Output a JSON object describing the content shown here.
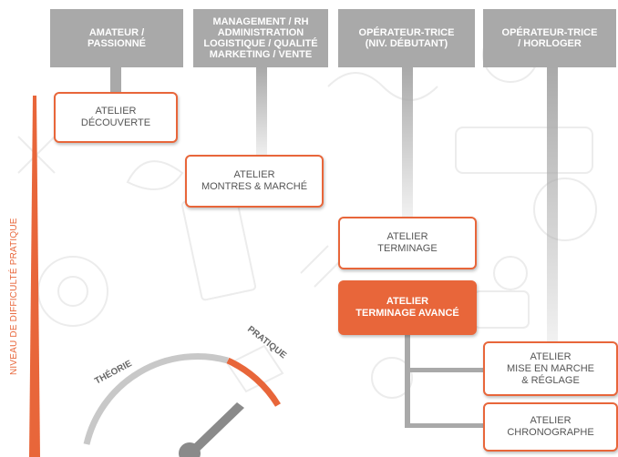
{
  "columns": [
    {
      "label": "AMATEUR /\nPASSIONNÉ"
    },
    {
      "label": "MANAGEMENT / RH\nADMINISTRATION\nLOGISTIQUE / QUALITÉ\nMARKETING / VENTE"
    },
    {
      "label": "OPÉRATEUR-TRICE\n(NIV. DÉBUTANT)"
    },
    {
      "label": "OPÉRATEUR-TRICE\n/ HORLOGER"
    }
  ],
  "workshops": [
    {
      "label": "ATELIER\nDÉCOUVERTE"
    },
    {
      "label": "ATELIER\nMONTRES & MARCHÉ"
    },
    {
      "label": "ATELIER\nTERMINAGE"
    },
    {
      "label": "ATELIER\nTERMINAGE AVANCÉ"
    },
    {
      "label": "ATELIER\nMISE EN MARCHE\n& RÉGLAGE"
    },
    {
      "label": "ATELIER\nCHRONOGRAPHE"
    }
  ],
  "axis": {
    "label": "NIVEAU DE DIFFICULTÉ PRATIQUE"
  },
  "gauge": {
    "left_label": "THÉORIE",
    "right_label": "PRATIQUE",
    "needle_level": 0.85
  },
  "colors": {
    "accent": "#e8663a",
    "header": "#a9a9a9",
    "box_text": "#555555"
  }
}
